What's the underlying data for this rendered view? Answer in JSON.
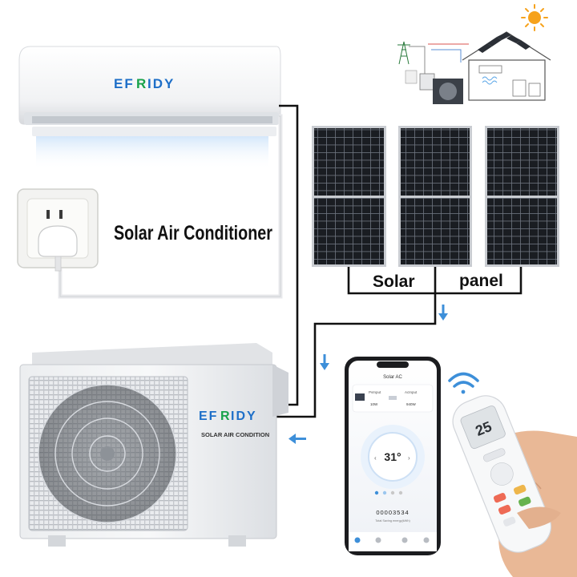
{
  "brand": {
    "name_part1": "EF",
    "name_part2": "R",
    "name_part3": "IDY",
    "color_blue": "#1e6fc8",
    "color_green": "#19a24a"
  },
  "main_label": "Solar Air Conditioner",
  "panel_label_left": "Solar",
  "panel_label_right": "panel",
  "outdoor_unit_label": "SOLAR AIR CONDITION",
  "phone": {
    "title": "Solar AC",
    "pv_label": "PvInput",
    "pv_value": "10W",
    "ac_label": "AcInput",
    "ac_value": "940W",
    "temperature": "31°",
    "counter": "00003534",
    "counter_caption": "Total Saving energy(kWh)"
  },
  "remote": {
    "display_temp": "25"
  },
  "colors": {
    "arrow_blue": "#3d8fd9",
    "wire": "#111111",
    "panel_cell": "#1a1d22",
    "panel_frame": "#c9ccd1",
    "phone_screen_top": "#f4f6fa",
    "phone_tab_bar": "#ffffff"
  },
  "icons": [
    "sun-icon",
    "house-icon",
    "power-tower-icon",
    "wifi-icon",
    "power-socket-icon",
    "hand-icon"
  ]
}
